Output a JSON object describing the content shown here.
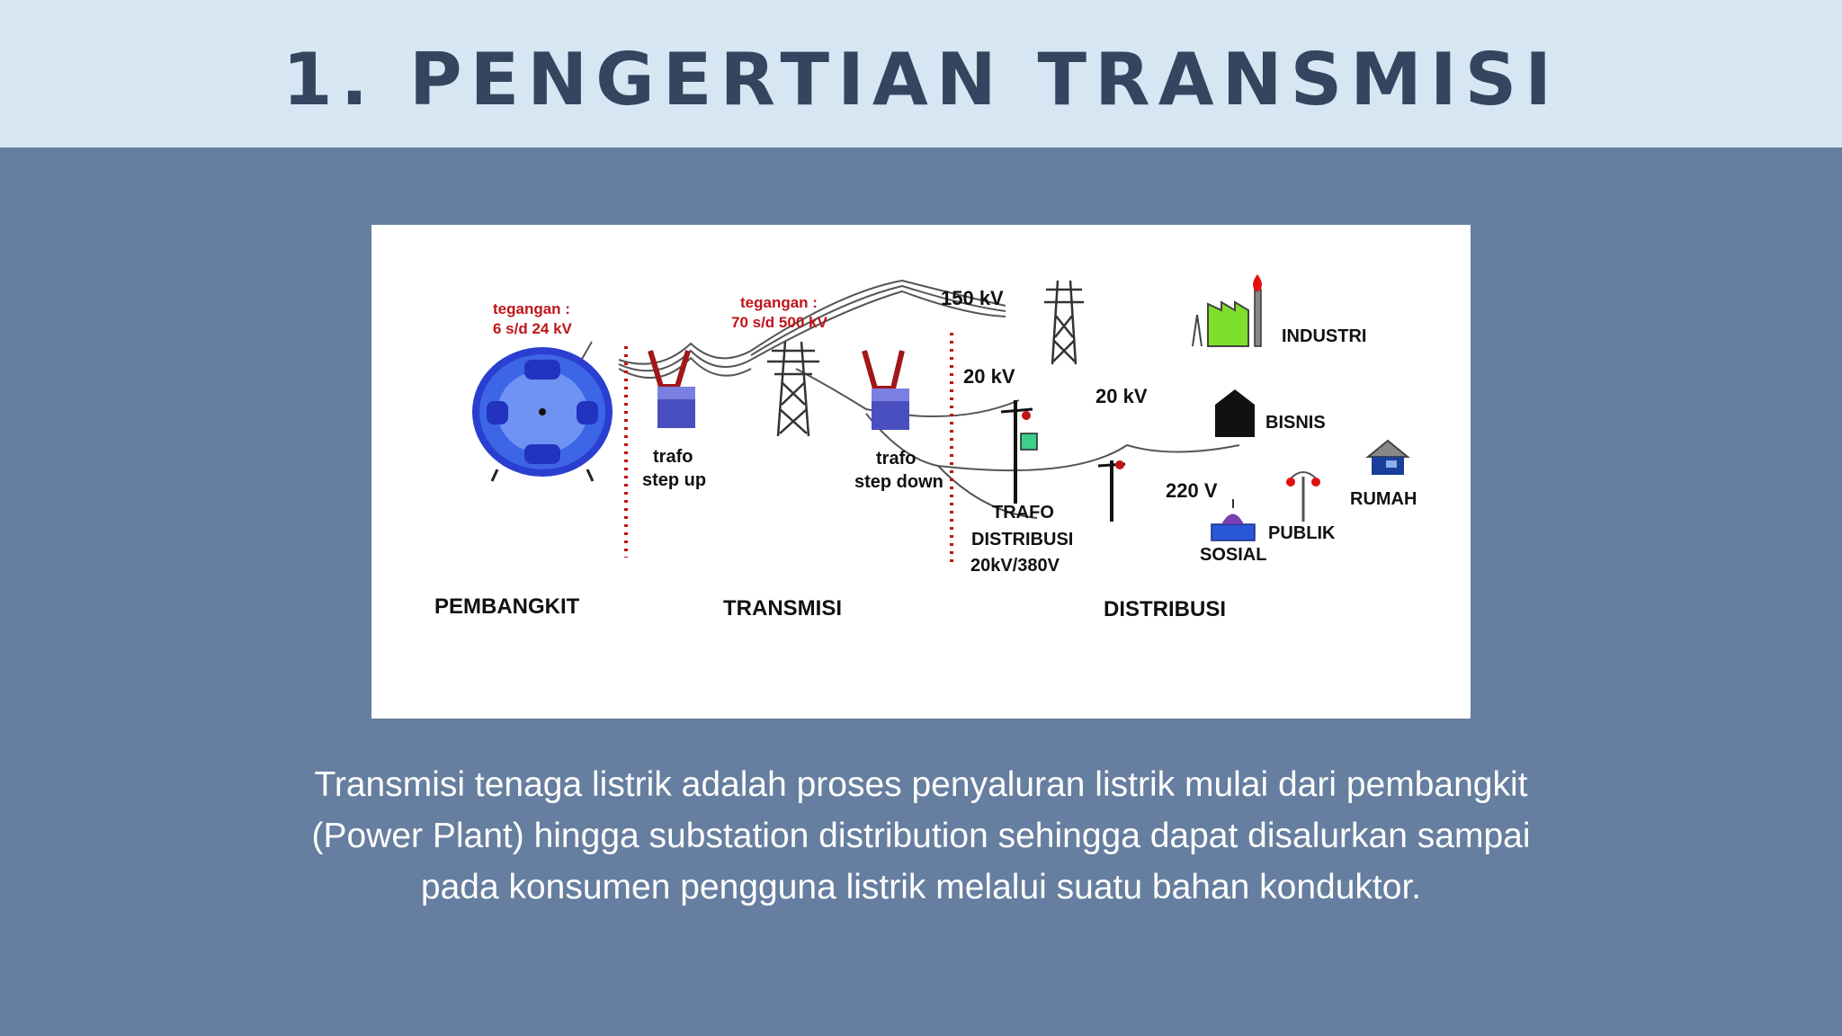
{
  "slide": {
    "title": "1. PENGERTIAN TRANSMISI",
    "description": "Transmisi tenaga listrik adalah proses penyaluran listrik mulai dari pembangkit (Power Plant) hingga substation distribution sehingga dapat disalurkan sampai pada konsumen pengguna listrik melalui suatu bahan konduktor."
  },
  "diagram": {
    "voltage_generator": {
      "line1": "tegangan :",
      "line2": "6 s/d 24 kV"
    },
    "voltage_transmission": {
      "line1": "tegangan :",
      "line2": "70 s/d 500 kV"
    },
    "trafo_step_up": {
      "line1": "trafo",
      "line2": "step up"
    },
    "trafo_step_down": {
      "line1": "trafo",
      "line2": "step down"
    },
    "kv150": "150 kV",
    "kv20_a": "20 kV",
    "kv20_b": "20 kV",
    "v220": "220 V",
    "trafo_distribusi": {
      "line1": "TRAFO",
      "line2": "DISTRIBUSI",
      "line3": "20kV/380V"
    },
    "industri": "INDUSTRI",
    "bisnis": "BISNIS",
    "rumah": "RUMAH",
    "publik": "PUBLIK",
    "sosial": "SOSIAL",
    "sections": {
      "pembangkit": "PEMBANGKIT",
      "transmisi": "TRANSMISI",
      "distribusi": "DISTRIBUSI"
    },
    "colors": {
      "voltage_label": "#c0141a",
      "divider": "#c0141a",
      "generator": "#3a5bd8",
      "transformer_body": "#4a4fc0",
      "transformer_bushing": "#a01818",
      "industry": "#7ee02a",
      "flame": "#e01010",
      "sosial": "#2a57d8",
      "rumah": "#1a3f9a",
      "trafo_box": "#3ccf8a"
    }
  }
}
